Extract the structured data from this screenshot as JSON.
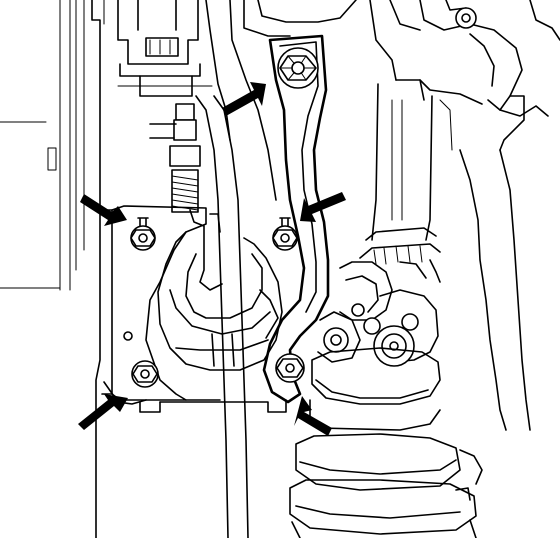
{
  "figure": {
    "subject": "bracket-mounting-bolts-illustration",
    "callouts": [
      {
        "id": "bracket-top-bolt",
        "icon": "arrow-icon"
      },
      {
        "id": "left-upper-nut",
        "icon": "arrow-icon"
      },
      {
        "id": "right-upper-nut",
        "icon": "arrow-icon"
      },
      {
        "id": "left-lower-nut",
        "icon": "arrow-icon"
      },
      {
        "id": "right-lower-nut",
        "icon": "arrow-icon"
      }
    ],
    "colors": {
      "line": "#000000",
      "background": "#ffffff"
    }
  }
}
